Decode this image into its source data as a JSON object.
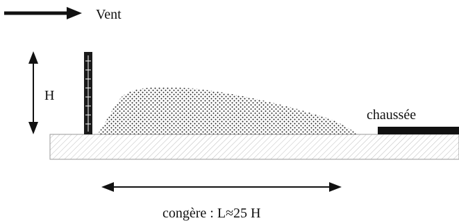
{
  "labels": {
    "wind": "Vent",
    "height": "H",
    "road": "chaussée",
    "drift_length": "congère : L≈25 H"
  },
  "colors": {
    "ink": "#111111",
    "ground_hatch": "#bdbdbd",
    "drift_dots": "#222222",
    "fence_fill": "#1a1a1a"
  },
  "icons": {
    "wind_arrow": "right-arrow-icon",
    "height_arrow": "vertical-double-arrow-icon",
    "length_arrow": "horizontal-double-arrow-icon"
  }
}
